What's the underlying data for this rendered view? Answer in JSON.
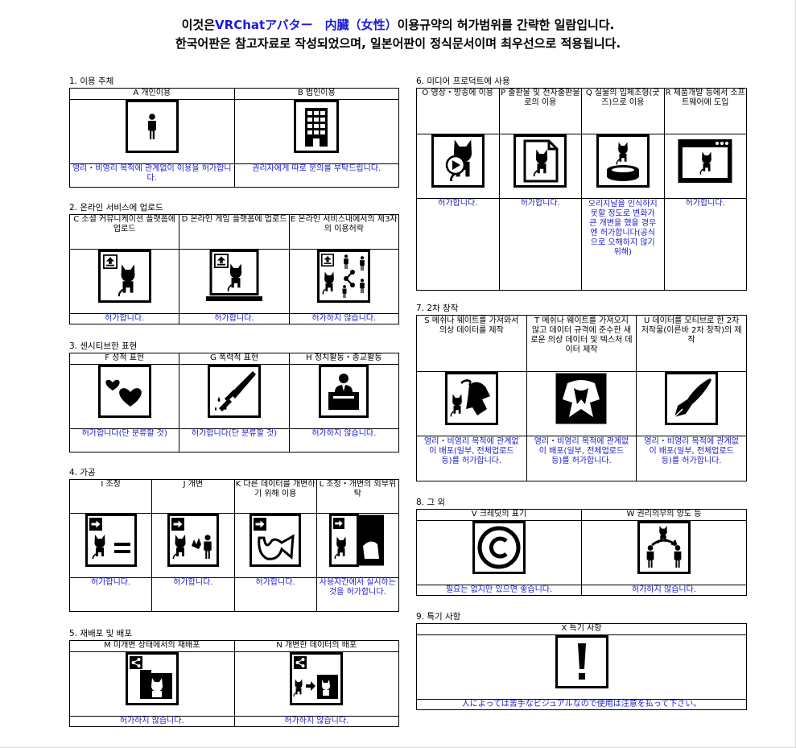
{
  "title": {
    "line1_before": "이것은",
    "line1_highlight": "VRChatアバター　内臓（女性）",
    "line1_after": "이용규약의 허가범위를 간략한 일람입니다.",
    "line2": "한국어판은 참고자료로 작성되었으며, 일본어판이 정식문서이며 최우선으로 적용됩니다."
  },
  "sections": {
    "s1": {
      "title": "1. 이용 주체",
      "items": [
        {
          "label": "A 개인이용",
          "status": "영리・비영리 목적에 관계없이 이용을 허가합니다."
        },
        {
          "label": "B 법인이용",
          "status": "권리자에게 따로 문의를 부탁드립니다."
        }
      ]
    },
    "s2": {
      "title": "2. 온라인 서비스에 업로드",
      "items": [
        {
          "label": "C 소셜 커뮤니케이션 플랫폼에 업로드",
          "status": "허가합니다."
        },
        {
          "label": "D 온라인 게임 플랫폼에 업로드",
          "status": "허가합니다."
        },
        {
          "label": "E 온라인 서비스내에서의 제3자의 이용허락",
          "status": "허가하지 않습니다."
        }
      ]
    },
    "s3": {
      "title": "3. 센시티브한 표현",
      "items": [
        {
          "label": "F 성적 표현",
          "status": "허가합니다(단 분류할 것)"
        },
        {
          "label": "G 폭력적 표현",
          "status": "허가합니다(단 분류할 것)"
        },
        {
          "label": "H 정치활동・종교활동",
          "status": "허가하지 않습니다."
        }
      ]
    },
    "s4": {
      "title": "4. 가공",
      "items": [
        {
          "label": "I 조정",
          "status": "허가합니다."
        },
        {
          "label": "J 개변",
          "status": "허가합니다."
        },
        {
          "label": "K 다른 데이터를 개변하기 위해 이용",
          "status": "허가합니다."
        },
        {
          "label": "L 조정・개변의 외부위탁",
          "status": "사용자간에서 실시하는 것을 허가합니다."
        }
      ]
    },
    "s5": {
      "title": "5. 재배포 및 배포",
      "items": [
        {
          "label": "M 미개변 상태에서의 재배포",
          "status": "허가하지 않습니다."
        },
        {
          "label": "N 개변한 데이터의 배포",
          "status": "허가하지 않습니다."
        }
      ]
    },
    "s6": {
      "title": "6. 미디어 프로덕트에 사용",
      "items": [
        {
          "label": "O 영상・방송에 이용",
          "status": "허가합니다."
        },
        {
          "label": "P 출판물 및 전자출판물로의 이용",
          "status": "허가합니다."
        },
        {
          "label": "Q 실물의 입체조형(굿즈)으로 이용",
          "status": "오리지날을 인식하지 못할 정도로 변화가 큰 개변을 했을 경우엔 허가합니다(공식으로 오해하지 않기 위해)"
        },
        {
          "label": "R 제품개발 등에서 소프트웨어에 도입",
          "status": "허가합니다."
        }
      ]
    },
    "s7": {
      "title": "7. 2차 창작",
      "items": [
        {
          "label": "S 메쉬나 웨이트를 가져와서 의상 데이터를 제작",
          "status": "영리・비영리 목적에 관계없이 배포(일부, 전체업로드 등)를 허가합니다."
        },
        {
          "label": "T 메쉬나 웨이트를 가져오지 않고 데이터 규격에 준수한 새로운 의상 데이터 및 텍스처 데이터 제작",
          "status": "영리・비영리 목적에 관계없이 배포(일부, 전체업로드 등)를 허가합니다."
        },
        {
          "label": "U 데이터를 모티브로 한 2차 저작물(이른바 2차 창작)의 제작",
          "status": "영리・비영리 목적에 관계없이 배포(일부, 전체업로드 등)를 허가합니다."
        }
      ]
    },
    "s8": {
      "title": "8. 그 외",
      "items": [
        {
          "label": "V 크레딧의 표기",
          "status": "필요는 없지만 있으면 좋습니다."
        },
        {
          "label": "W 권리의무의 양도 등",
          "status": "허가하지 않습니다."
        }
      ]
    },
    "s9": {
      "title": "9. 특기 사항",
      "items": [
        {
          "label": "X 특기 사항",
          "status": "人によっては苦手なビジュアルなので使用は注意を払って下さい。"
        }
      ]
    }
  },
  "colors": {
    "status_text": "#1a1acc",
    "title_highlight": "#1b1bd6",
    "border": "#000000"
  }
}
